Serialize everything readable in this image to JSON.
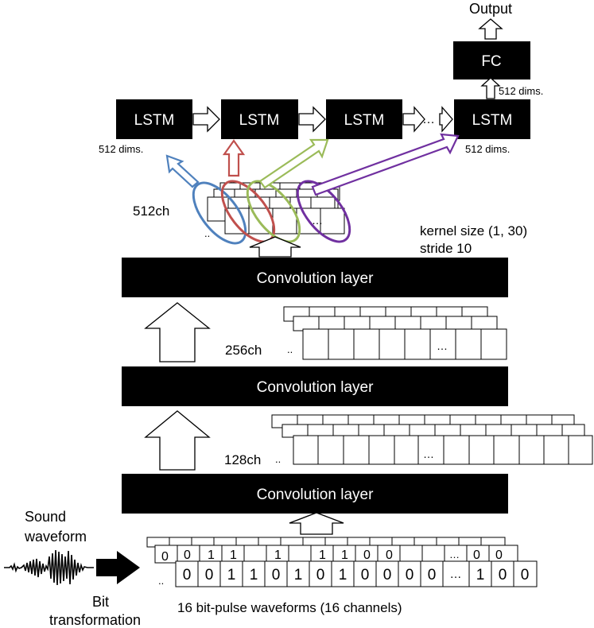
{
  "output_label": "Output",
  "fc_label": "FC",
  "lstm_labels": [
    "LSTM",
    "LSTM",
    "LSTM",
    "LSTM"
  ],
  "lstm_ellipsis": "…",
  "dims_top": "512 dims.",
  "dims_left": "512 dims.",
  "dims_right": "512 dims.",
  "ch512": "512ch",
  "ch256": "256ch",
  "ch128": "128ch",
  "kernel_size": "kernel size (1, 30)",
  "stride": "stride 10",
  "conv_labels": [
    "Convolution layer",
    "Convolution layer",
    "Convolution layer"
  ],
  "sound_waveform": [
    "Sound",
    "waveform"
  ],
  "bit_transformation": [
    "Bit",
    "transformation"
  ],
  "bit_values": [
    "0",
    "0",
    "1",
    "1",
    "0",
    "1",
    "0",
    "1",
    "0",
    "0",
    "0",
    "0",
    "…",
    "1",
    "0",
    "0"
  ],
  "back_row_bits": [
    "0",
    "0",
    "1",
    "1",
    "1",
    "1",
    "1",
    "0",
    "0",
    "…",
    "0",
    "0"
  ],
  "caption": "16 bit-pulse waveforms (16 channels)",
  "ellipsis": "…",
  "row_dots": "..",
  "colors": {
    "blue": "#4f81bd",
    "red": "#c0504d",
    "green": "#9bbb59",
    "purple": "#7030a0",
    "black": "#000000"
  }
}
